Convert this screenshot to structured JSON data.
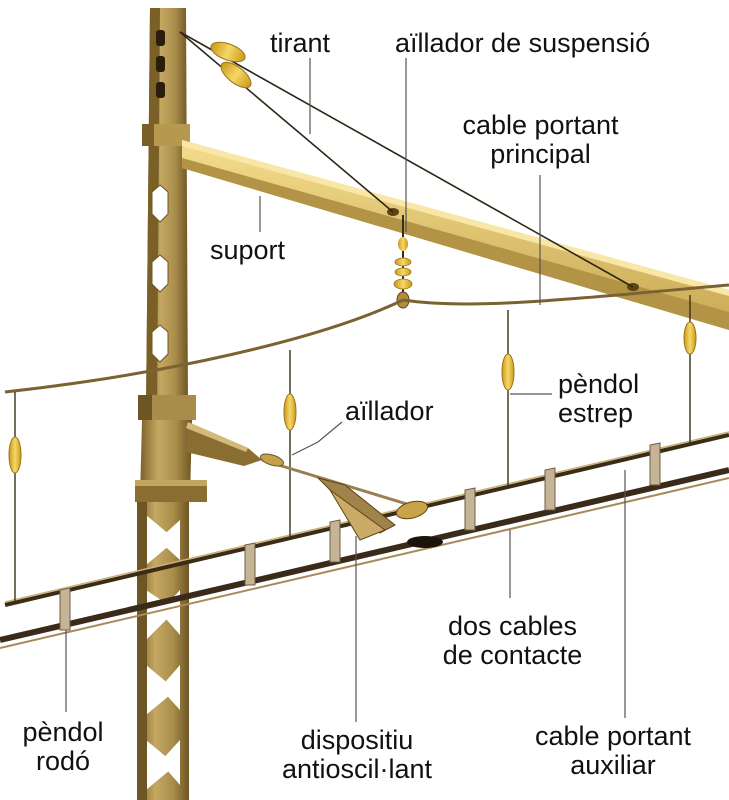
{
  "labels": {
    "tirant": "tirant",
    "suspension_insulator": "aïllador de suspensió",
    "main_catenary": [
      "cable portant",
      "principal"
    ],
    "support": "suport",
    "insulator": "aïllador",
    "stirrup_dropper": [
      "pèndol",
      "estrep"
    ],
    "contact_wires": [
      "dos cables",
      "de contacte"
    ],
    "round_dropper": [
      "pèndol",
      "rodó"
    ],
    "anti_sway_device": [
      "dispositiu",
      "antioscil·lant"
    ],
    "auxiliary_catenary": [
      "cable portant",
      "auxiliar"
    ]
  },
  "colors": {
    "mast": "#a88c4a",
    "mast_dark": "#6e5524",
    "mast_light": "#d1b878",
    "arm_top": "#ecd47e",
    "arm_side": "#b39447",
    "insulator": "#e8bf3c",
    "wire": "#3a2f1c",
    "leader": "#555555"
  }
}
